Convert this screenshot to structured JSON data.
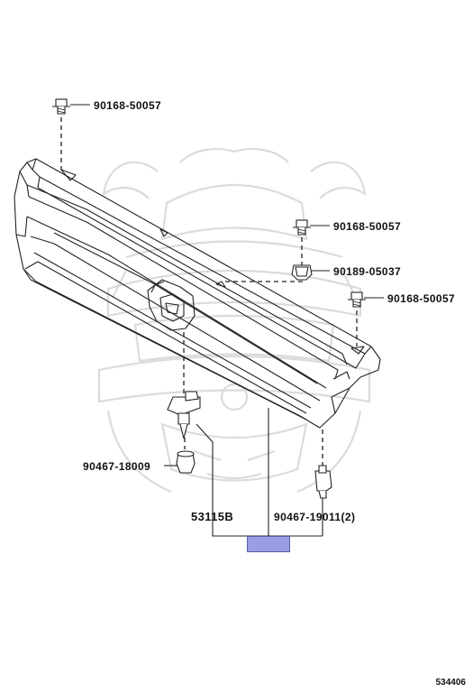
{
  "parts": {
    "bolt_top": "90168-50057",
    "bolt_mid": "90168-50057",
    "nut_mid": "90189-05037",
    "bolt_right": "90168-50057",
    "grommet_left": "90467-18009",
    "grille_assembly": "53115B",
    "clip_right": "90467-19011(2)"
  },
  "figure_number": "534406",
  "colors": {
    "highlight": "#9a9ee0",
    "line": "#222222",
    "watermark": "#d6d6d6"
  }
}
